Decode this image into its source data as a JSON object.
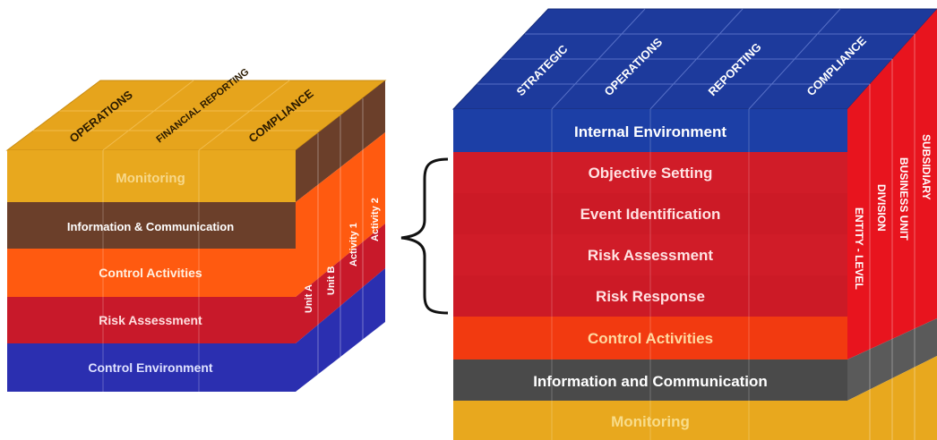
{
  "left_cube": {
    "top_labels": [
      "OPERATIONS",
      "FINANCIAL REPORTING",
      "COMPLIANCE"
    ],
    "layers": [
      {
        "label": "Monitoring",
        "color": "#e8a81e"
      },
      {
        "label": "Information & Communication",
        "color": "#6b3f2a"
      },
      {
        "label": "Control Activities",
        "color": "#ff5a10"
      },
      {
        "label": "Risk Assessment",
        "color": "#c8192a"
      },
      {
        "label": "Control Environment",
        "color": "#2b2fb0"
      }
    ],
    "side_labels": [
      "Unit A",
      "Unit B",
      "Activity 1",
      "Activity 2"
    ]
  },
  "right_cube": {
    "top_labels": [
      "STRATEGIC",
      "OPERATIONS",
      "REPORTING",
      "COMPLIANCE"
    ],
    "layers": [
      {
        "label": "Internal Environment",
        "color": "#1c3fa6"
      },
      {
        "label": "Objective Setting",
        "color": "#d01c28"
      },
      {
        "label": "Event Identification",
        "color": "#d01c28"
      },
      {
        "label": "Risk Assessment",
        "color": "#d01c28"
      },
      {
        "label": "Risk Response",
        "color": "#d01c28"
      },
      {
        "label": "Control Activities",
        "color": "#f23a10"
      },
      {
        "label": "Information and Communication",
        "color": "#4a4a4a"
      },
      {
        "label": "Monitoring",
        "color": "#e8a81e"
      }
    ],
    "side_labels": [
      "ENTITY - LEVEL",
      "DIVISION",
      "BUSINESS UNIT",
      "SUBSIDIARY"
    ]
  }
}
